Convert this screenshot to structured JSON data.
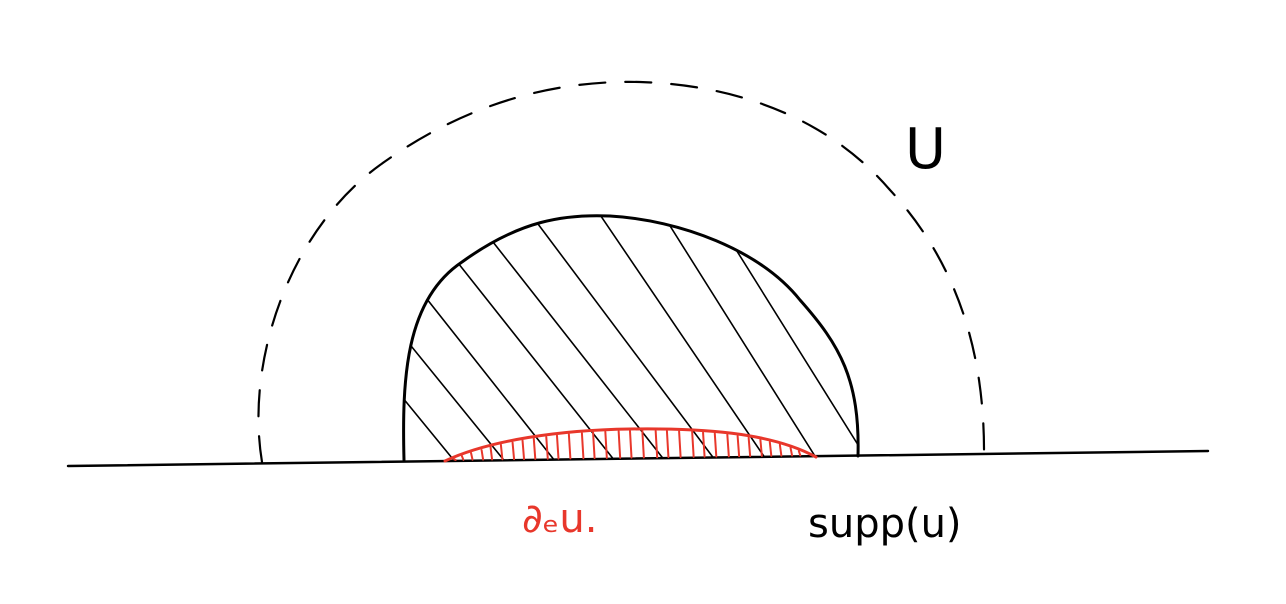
{
  "labels": {
    "open_set": "U",
    "support": "supp(u)",
    "boundary": "∂ₑu."
  },
  "colors": {
    "ink": "#000000",
    "boundary": "#e8372b",
    "background": "#ffffff"
  }
}
